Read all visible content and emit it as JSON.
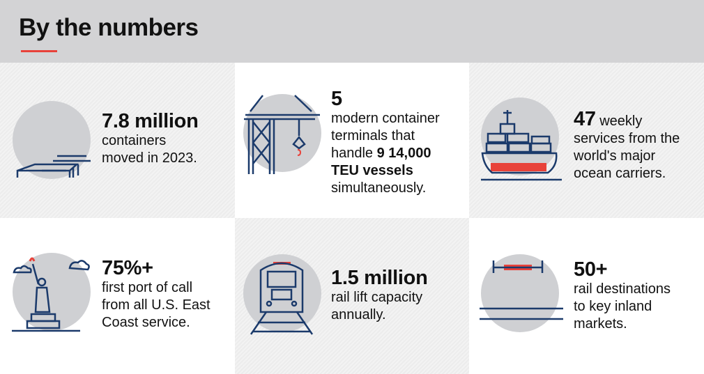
{
  "header": {
    "title": "By the numbers"
  },
  "stats": [
    {
      "headline": "7.8 million",
      "lines": [
        "containers",
        "moved in 2023."
      ]
    },
    {
      "headline": "5",
      "lines": [
        "modern container",
        "terminals that"
      ],
      "line3_pre": "handle ",
      "line3_bold": "9 14,000",
      "line4_bold": "TEU vessels",
      "line5": "simultaneously."
    },
    {
      "headline": "47",
      "headline_suffix": " weekly",
      "lines": [
        "services from the",
        "world's major",
        "ocean carriers."
      ]
    },
    {
      "headline": "75%+",
      "lines": [
        "first port of call",
        "from all U.S. East",
        "Coast service."
      ]
    },
    {
      "headline": "1.5 million",
      "lines": [
        "rail lift capacity",
        "annually."
      ]
    },
    {
      "headline": "50+",
      "lines": [
        "rail destinations",
        "to key inland",
        "markets."
      ]
    }
  ],
  "colors": {
    "navy": "#1b3a6b",
    "red": "#e8423a",
    "circle": "#cfd0d3"
  }
}
